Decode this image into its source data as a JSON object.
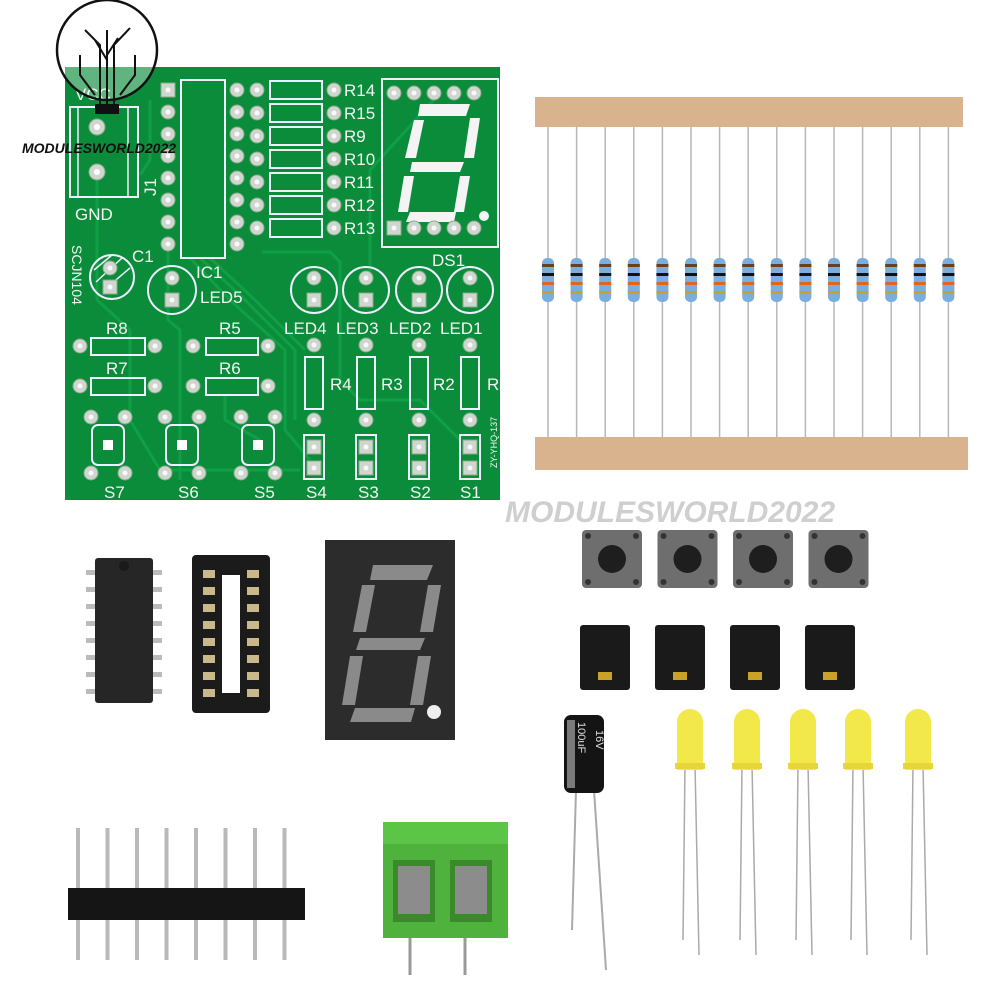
{
  "logo": {
    "text": "MODULESWORLD2022"
  },
  "watermark": {
    "text": "MODULESWORLD2022"
  },
  "pcb": {
    "color": "#0b8c3b",
    "labels": {
      "vcc": "VCC",
      "gnd": "GND",
      "j1": "J1",
      "board_id": "SCJN104",
      "c1": "C1",
      "ic1": "IC1",
      "led5": "LED5",
      "ds1": "DS1",
      "version": "ZY-YHQ-137",
      "r8": "R8",
      "r7": "R7",
      "r5": "R5",
      "r6": "R6",
      "r4": "R4",
      "r3": "R3",
      "r2": "R2",
      "r1": "R"
    },
    "resistor_labels": [
      "R14",
      "R15",
      "R9",
      "R10",
      "R11",
      "R12",
      "R13"
    ],
    "led_labels": [
      "LED4",
      "LED3",
      "LED2",
      "LED1"
    ],
    "switch_labels": [
      "S7",
      "S6",
      "S5",
      "S4",
      "S3",
      "S2",
      "S1"
    ]
  },
  "resistor_count": 15,
  "capacitor": {
    "value": "100uF",
    "voltage": "16V"
  },
  "buttons_count": 4,
  "jumpers_count": 4,
  "leds_count": 5,
  "header_pins": 8,
  "colors": {
    "tape": "#d8b38e",
    "resistor": "#79aede",
    "led": "#f2e84a",
    "terminal": "#4fb23c"
  }
}
